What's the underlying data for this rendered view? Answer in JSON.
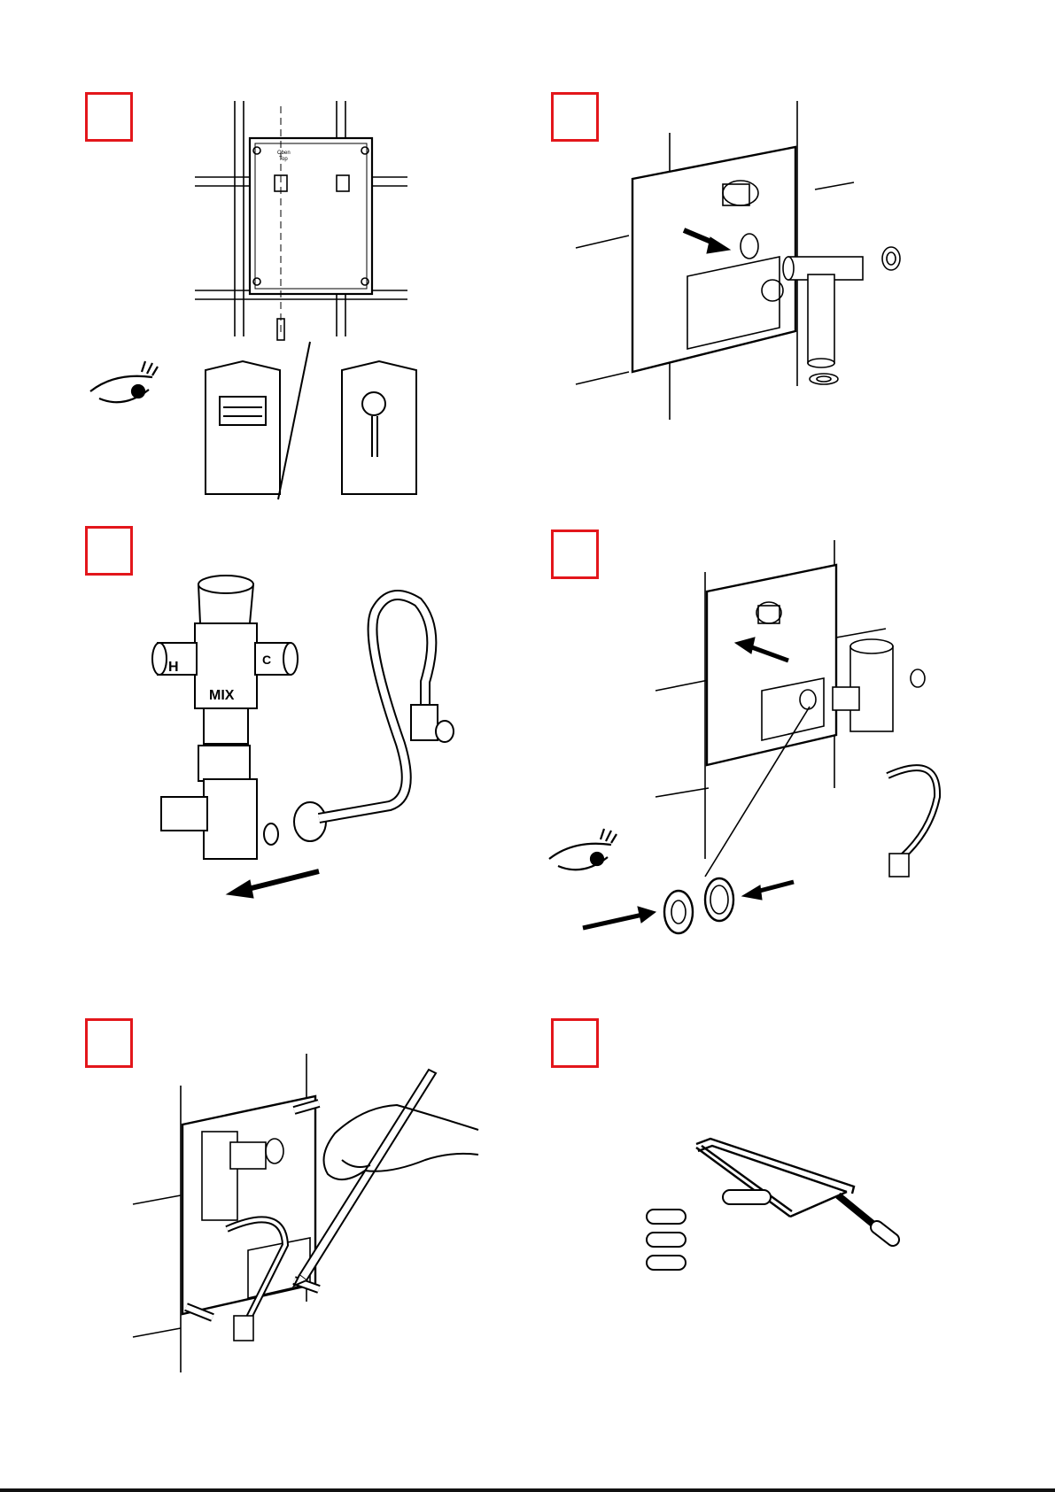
{
  "page": {
    "accent_color": "#e3161b",
    "ink_color": "#000000"
  },
  "steps": [
    {
      "id": 1,
      "box_label": "",
      "topic": "inspect-install-box"
    },
    {
      "id": 2,
      "box_label": "",
      "topic": "remove-plug-install-tee"
    },
    {
      "id": 3,
      "box_label": "",
      "topic": "prepare-thermostatic-valve"
    },
    {
      "id": 4,
      "box_label": "",
      "topic": "fit-valve-seals"
    },
    {
      "id": 5,
      "box_label": "",
      "topic": "mark-pipes"
    },
    {
      "id": 6,
      "box_label": "",
      "topic": "cut-pipes"
    }
  ],
  "box_label_text": {
    "line1": "Oben",
    "line2": "Top"
  },
  "valve_labels": {
    "hot": "H",
    "cold": "C",
    "mix": "MIX"
  },
  "icons": [
    "eye-icon",
    "arrow-icon",
    "hacksaw-icon",
    "pencil-icon",
    "hand-icon"
  ]
}
